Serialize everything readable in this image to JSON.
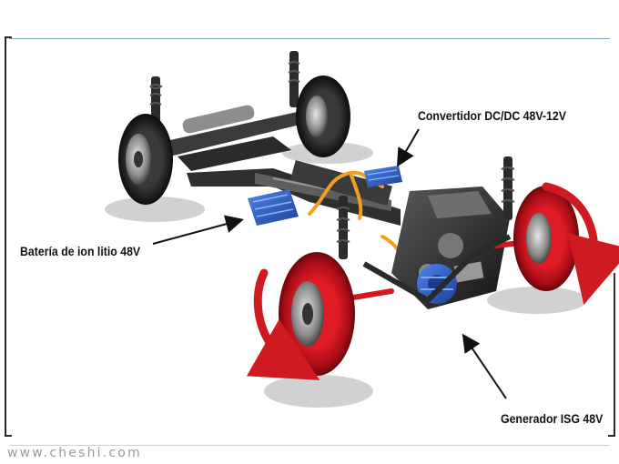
{
  "labels": {
    "converter": "Convertidor DC/DC 48V-12V",
    "battery": "Batería de ion litio 48V",
    "generator": "Generador ISG 48V"
  },
  "watermark": "www.cheshi.com",
  "colors": {
    "tire_red": "#c8101c",
    "arrow_red": "#d01a22",
    "component_blue": "#2f5fc4",
    "cable_orange": "#f0a020",
    "chassis_dark": "#2b2b2b"
  }
}
